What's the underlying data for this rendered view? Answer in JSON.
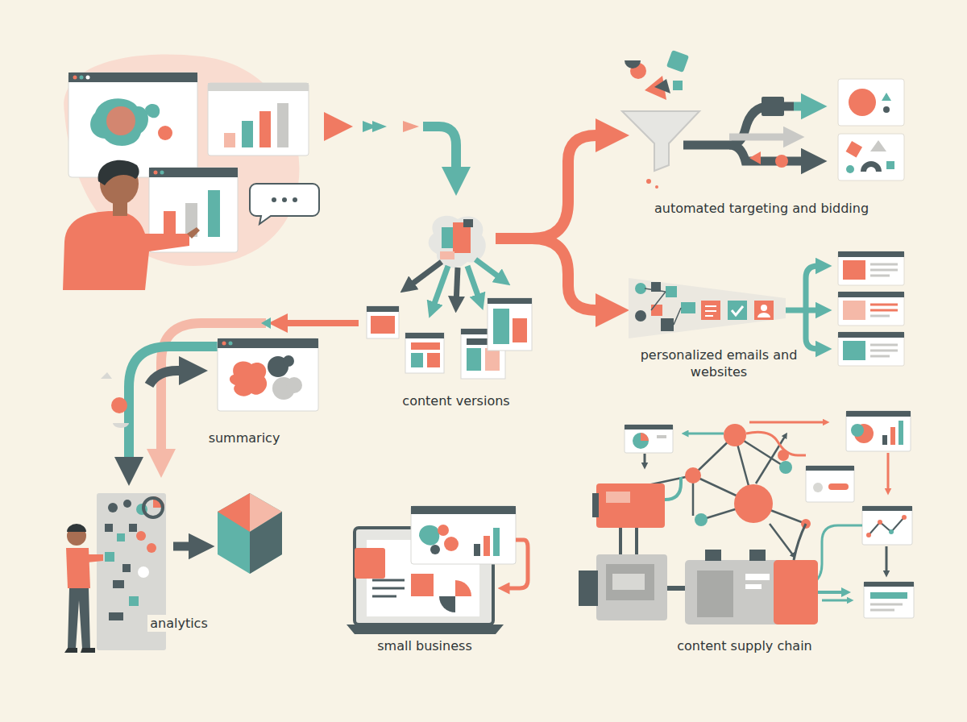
{
  "diagram": {
    "labels": [
      "automated targeting and bidding",
      "personalized emails and websites",
      "content versions",
      "summaricy",
      "analytics",
      "small business",
      "content supply chain"
    ]
  }
}
